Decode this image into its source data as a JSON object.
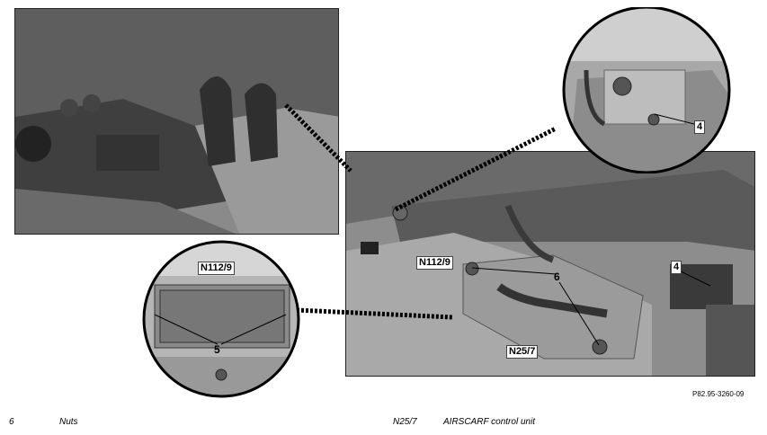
{
  "callouts": {
    "n112_9_inset": "N112/9",
    "five": "5",
    "four_inset": "4",
    "n112_9_main": "N112/9",
    "six": "6",
    "four_main": "4",
    "n25_7": "N25/7"
  },
  "reference_code": "P82.95-3260-09",
  "legend": [
    {
      "number": "6",
      "text": "Nuts"
    },
    {
      "number": "N25/7",
      "text": "AIRSCARF control unit"
    }
  ]
}
